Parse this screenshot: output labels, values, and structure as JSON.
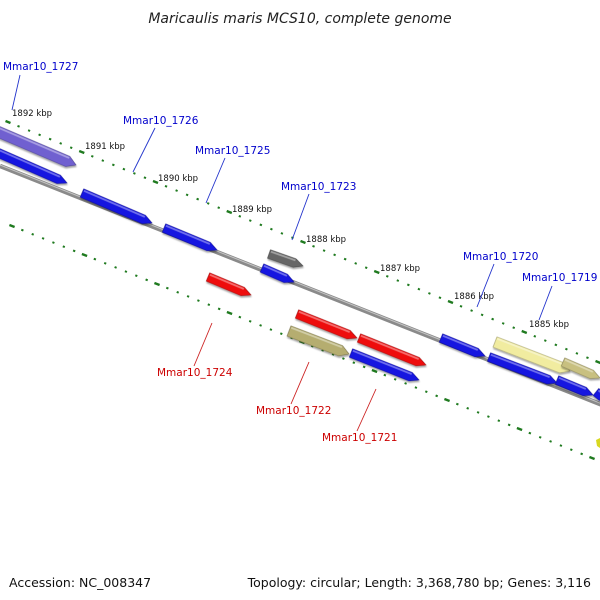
{
  "title": "Maricaulis maris MCS10, complete genome",
  "footer": {
    "accession": "Accession: NC_008347",
    "summary": "Topology: circular; Length: 3,368,780 bp; Genes: 3,116"
  },
  "colors": {
    "forward_label": "#0000cc",
    "reverse_label": "#cc0000",
    "leader_forward": "#2233cc",
    "leader_reverse": "#cc2222",
    "backbone": "#8a8a8a",
    "ticks": "#1f7a1f",
    "gene_blue": "#1414e0",
    "gene_purple": "#7060d0",
    "gene_gray": "#666666",
    "gene_red": "#ee1111",
    "gene_olive": "#b5ad70",
    "gene_pale_yellow": "#f1eca0",
    "gene_khaki": "#c8c080"
  },
  "scale_labels": [
    "1892 kbp",
    "1891 kbp",
    "1890 kbp",
    "1889 kbp",
    "1888 kbp",
    "1887 kbp",
    "1886 kbp",
    "1885 kbp"
  ],
  "gene_labels": [
    {
      "text": "Mmar10_1727",
      "strand": "forward"
    },
    {
      "text": "Mmar10_1726",
      "strand": "forward"
    },
    {
      "text": "Mmar10_1725",
      "strand": "forward"
    },
    {
      "text": "Mmar10_1723",
      "strand": "forward"
    },
    {
      "text": "Mmar10_1720",
      "strand": "forward"
    },
    {
      "text": "Mmar10_1719",
      "strand": "forward"
    },
    {
      "text": "Mmar10_1724",
      "strand": "reverse"
    },
    {
      "text": "Mmar10_1722",
      "strand": "reverse"
    },
    {
      "text": "Mmar10_1721",
      "strand": "reverse"
    }
  ]
}
